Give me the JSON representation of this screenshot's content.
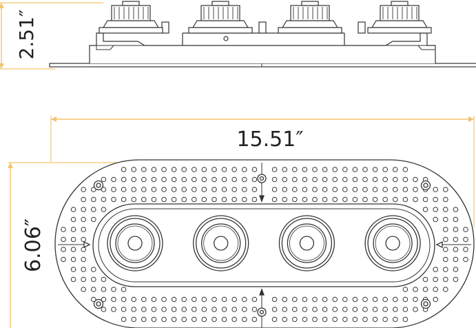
{
  "dimensions": {
    "height_side": "2.51″",
    "width_top": "15.51″",
    "height_top": "6.06″"
  },
  "colors": {
    "dimension_line": "#f2c46d",
    "outline": "#333333",
    "background": "#ffffff"
  },
  "fixture": {
    "lamp_count": 4
  }
}
